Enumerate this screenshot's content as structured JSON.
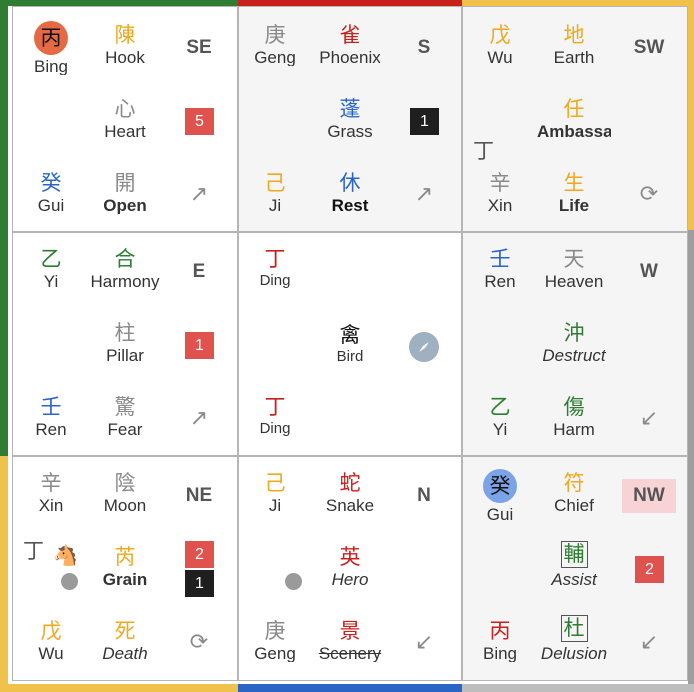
{
  "colors": {
    "orange": "#f0a81f",
    "red": "#c9201e",
    "blue": "#2a65c6",
    "green": "#2e7d32",
    "grey": "#8a8a8a",
    "badge_red": "#e0524d",
    "badge_black": "#1f1f1f"
  },
  "cells": {
    "se": {
      "stem_top": {
        "zh": "丙",
        "en": "Bing"
      },
      "deity": {
        "zh": "陳",
        "en": "Hook"
      },
      "dir": "SE",
      "star": {
        "zh": "心",
        "en": "Heart"
      },
      "num": "5",
      "stem_bottom": {
        "zh": "癸",
        "en": "Gui"
      },
      "door": {
        "zh": "開",
        "en": "Open"
      },
      "arrow": "↗"
    },
    "s": {
      "stem_top": {
        "zh": "庚",
        "en": "Geng"
      },
      "deity": {
        "zh": "雀",
        "en": "Phoenix"
      },
      "dir": "S",
      "star": {
        "zh": "蓬",
        "en": "Grass"
      },
      "num": "1",
      "stem_bottom": {
        "zh": "己",
        "en": "Ji"
      },
      "door": {
        "zh": "休",
        "en": "Rest"
      },
      "arrow": "↗"
    },
    "sw": {
      "stem_top": {
        "zh": "戊",
        "en": "Wu"
      },
      "deity": {
        "zh": "地",
        "en": "Earth"
      },
      "dir": "SW",
      "side": "丁",
      "star": {
        "zh": "任",
        "en": "Ambassa"
      },
      "stem_bottom": {
        "zh": "辛",
        "en": "Xin"
      },
      "door": {
        "zh": "生",
        "en": "Life"
      },
      "arrow": "⟳"
    },
    "e": {
      "stem_top": {
        "zh": "乙",
        "en": "Yi"
      },
      "deity": {
        "zh": "合",
        "en": "Harmony"
      },
      "dir": "E",
      "star": {
        "zh": "柱",
        "en": "Pillar"
      },
      "num": "1",
      "stem_bottom": {
        "zh": "壬",
        "en": "Ren"
      },
      "door": {
        "zh": "驚",
        "en": "Fear"
      },
      "arrow": "↗"
    },
    "center": {
      "stem_top": {
        "zh": "丁",
        "en": "Ding"
      },
      "star": {
        "zh": "禽",
        "en": "Bird"
      },
      "stem_bottom": {
        "zh": "丁",
        "en": "Ding"
      },
      "compass": "compass-icon"
    },
    "w": {
      "stem_top": {
        "zh": "壬",
        "en": "Ren"
      },
      "deity": {
        "zh": "天",
        "en": "Heaven"
      },
      "dir": "W",
      "star": {
        "zh": "沖",
        "en": "Destruct"
      },
      "stem_bottom": {
        "zh": "乙",
        "en": "Yi"
      },
      "door": {
        "zh": "傷",
        "en": "Harm"
      },
      "arrow": "↙"
    },
    "ne": {
      "stem_top": {
        "zh": "辛",
        "en": "Xin"
      },
      "deity": {
        "zh": "陰",
        "en": "Moon"
      },
      "dir": "NE",
      "side": "丁",
      "horse": "🐴",
      "star": {
        "zh": "芮",
        "en": "Grain"
      },
      "num": "2",
      "num2": "1",
      "stem_bottom": {
        "zh": "戊",
        "en": "Wu"
      },
      "door": {
        "zh": "死",
        "en": "Death"
      },
      "arrow": "⟳"
    },
    "n": {
      "stem_top": {
        "zh": "己",
        "en": "Ji"
      },
      "deity": {
        "zh": "蛇",
        "en": "Snake"
      },
      "dir": "N",
      "star": {
        "zh": "英",
        "en": "Hero"
      },
      "stem_bottom": {
        "zh": "庚",
        "en": "Geng"
      },
      "door": {
        "zh": "景",
        "en": "Scenery"
      },
      "arrow": "↙"
    },
    "nw": {
      "stem_top": {
        "zh": "癸",
        "en": "Gui"
      },
      "deity": {
        "zh": "符",
        "en": "Chief"
      },
      "dir": "NW",
      "star": {
        "zh": "輔",
        "en": "Assist"
      },
      "num": "2",
      "stem_bottom": {
        "zh": "丙",
        "en": "Bing"
      },
      "door": {
        "zh": "杜",
        "en": "Delusion"
      },
      "arrow": "↙"
    }
  }
}
